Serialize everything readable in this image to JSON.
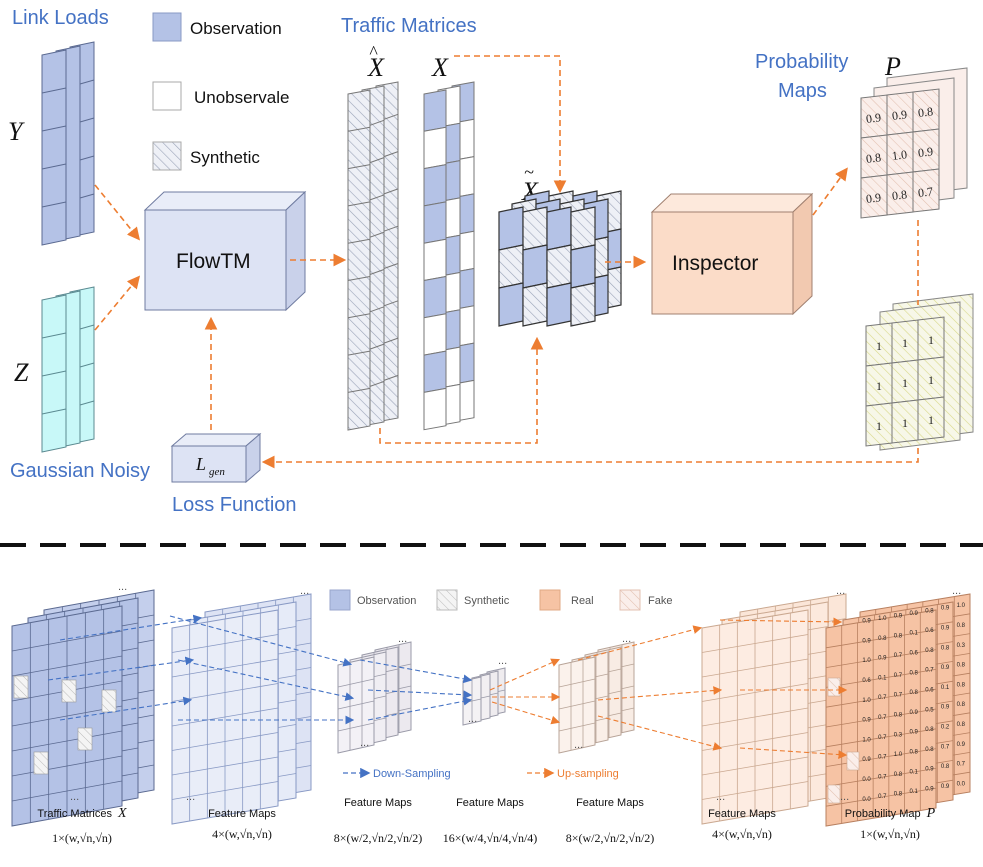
{
  "top": {
    "link_loads": "Link Loads",
    "traffic_matrices": "Traffic Matrices",
    "probability_maps": "Probability\nMaps",
    "gaussian_noisy": "Gaussian Noisy",
    "loss_function": "Loss Function",
    "flowtm": "FlowTM",
    "inspector": "Inspector",
    "legend": {
      "observation": "Observation",
      "unobservable": "Unobservale",
      "synthetic": "Synthetic"
    },
    "symbols": {
      "Y": "Y",
      "Z": "Z",
      "X_hat": "X",
      "X": "X",
      "X_tilde": "X",
      "P": "P",
      "L_main": "L",
      "L_sub": "gen"
    },
    "prob_values": [
      [
        "0.9",
        "0.9",
        "0.8"
      ],
      [
        "0.8",
        "1.0",
        "0.9"
      ],
      [
        "0.9",
        "0.8",
        "0.7"
      ]
    ],
    "ones_values": [
      [
        "1",
        "1",
        "1"
      ],
      [
        "1",
        "1",
        "1"
      ],
      [
        "1",
        "1",
        "1"
      ]
    ]
  },
  "bottom": {
    "legend": {
      "observation": "Observation",
      "synthetic": "Synthetic",
      "real": "Real",
      "fake": "Fake",
      "down_sampling": "Down-Sampling",
      "up_sampling": "Up-sampling"
    },
    "captions": [
      {
        "name": "Traffic Matrices",
        "sym": "X",
        "dims": "1×(w,√n,√n)"
      },
      {
        "name": "Feature Maps",
        "sym": "",
        "dims": "4×(w,√n,√n)"
      },
      {
        "name": "Feature Maps",
        "sym": "",
        "dims": "8×(w/2,√n/2,√n/2)"
      },
      {
        "name": "Feature Maps",
        "sym": "",
        "dims": "16×(w/4,√n/4,√n/4)"
      },
      {
        "name": "Feature Maps",
        "sym": "",
        "dims": "8×(w/2,√n/2,√n/2)"
      },
      {
        "name": "Feature Maps",
        "sym": "",
        "dims": "4×(w,√n,√n)"
      },
      {
        "name": "Probability Map",
        "sym": "P",
        "dims": "1×(w,√n,√n)"
      }
    ],
    "prob_grid": [
      [
        "0.9",
        "1.0",
        "0.9",
        "0.9",
        "0.8",
        "0.9",
        "1.0"
      ],
      [
        "0.9",
        "0.8",
        "0.8",
        "0.1",
        "0.6",
        "0.9",
        "0.8"
      ],
      [
        "1.0",
        "0.9",
        "0.7",
        "0.6",
        "0.8",
        "0.8",
        "0.3"
      ],
      [
        "0.6",
        "0.1",
        "0.7",
        "0.8",
        "0.7",
        "0.9",
        "0.8"
      ],
      [
        "1.0",
        "0.7",
        "0.7",
        "0.8",
        "0.6",
        "0.1",
        "0.8"
      ],
      [
        "0.9",
        "0.7",
        "0.8",
        "0.9",
        "0.5",
        "0.9",
        "0.8"
      ],
      [
        "1.0",
        "0.7",
        "0.3",
        "0.9",
        "0.8",
        "0.2",
        "0.8"
      ],
      [
        "0.9",
        "0.7",
        "1.0",
        "0.8",
        "0.8",
        "0.7",
        "0.9"
      ],
      [
        "0.0",
        "0.7",
        "0.8",
        "0.1",
        "0.9",
        "0.8",
        "0.7"
      ],
      [
        "0.0",
        "0.7",
        "0.8",
        "0.1",
        "0.9",
        "0.9",
        "0.0"
      ]
    ]
  },
  "colors": {
    "blue_title": "#4472c4",
    "observation": "#b4c2e6",
    "synthetic": "#e4e4e4",
    "flowtm_fill": "#dde3f4",
    "inspector_fill": "#fbdcc8",
    "noise_fill": "#c8f8f8",
    "arrow_orange": "#ed7d31",
    "arrow_blue": "#4472c4",
    "real_fill": "#f6c3a4",
    "fake_fill": "#f8e3da"
  }
}
